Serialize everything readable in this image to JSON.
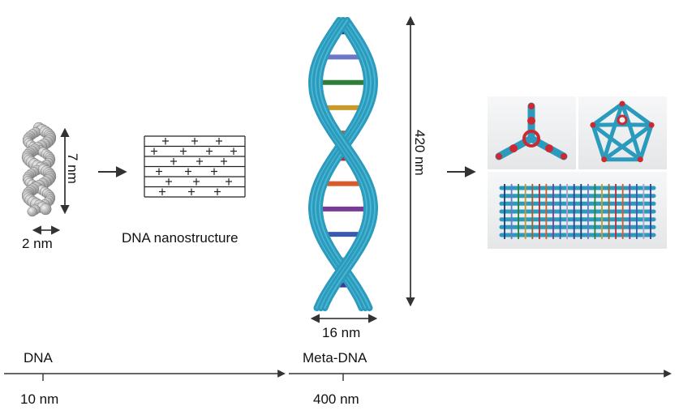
{
  "dna": {
    "height_label": "7 nm",
    "width_label": "2 nm"
  },
  "nanostructure": {
    "label": "DNA nanostructure"
  },
  "meta_dna": {
    "height_label": "420 nm",
    "width_label": "16 nm"
  },
  "scale_axis": {
    "left_name": "DNA",
    "right_name": "Meta-DNA",
    "left_tick": "10 nm",
    "right_tick": "400 nm"
  },
  "colors": {
    "helix_teal": "#2a9bbd",
    "junction_red": "#cc2a33",
    "arrow": "#333333"
  },
  "rung_colors": [
    "#1f3a7a",
    "#6b78c8",
    "#2e7d3a",
    "#c89a2a",
    "#a0612e",
    "#b02e3a",
    "#d45c2a",
    "#7a3a9a",
    "#3a5ab0",
    "#b0a0d0",
    "#3a3a9a"
  ]
}
